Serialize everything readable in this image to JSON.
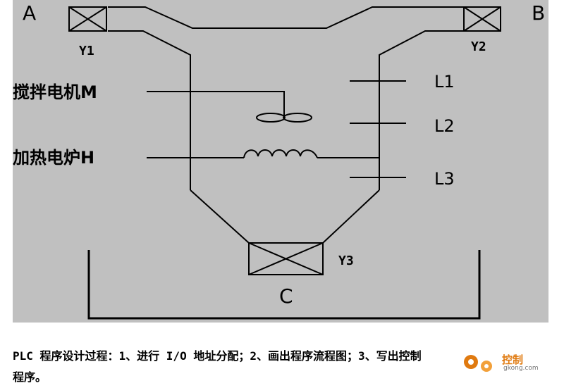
{
  "diagram": {
    "labels": {
      "inlet_a": "A",
      "inlet_b": "B",
      "outlet_c": "C",
      "valve_y1": "Y1",
      "valve_y2": "Y2",
      "valve_y3": "Y3",
      "level_l1": "L1",
      "level_l2": "L2",
      "level_l3": "L3",
      "mixer_motor": "搅拌电机M",
      "heater": "加热电炉H"
    }
  },
  "caption": {
    "line1": "PLC 程序设计过程：1、进行 I/O 地址分配；2、画出程序流程图；3、写出控制",
    "line2": "程序。"
  },
  "watermark": {
    "text": "控制",
    "url": "gkong.com"
  },
  "colors": {
    "panel_bg": "#c0c0c0",
    "line": "#000000",
    "watermark_orange": "#e07a10"
  }
}
